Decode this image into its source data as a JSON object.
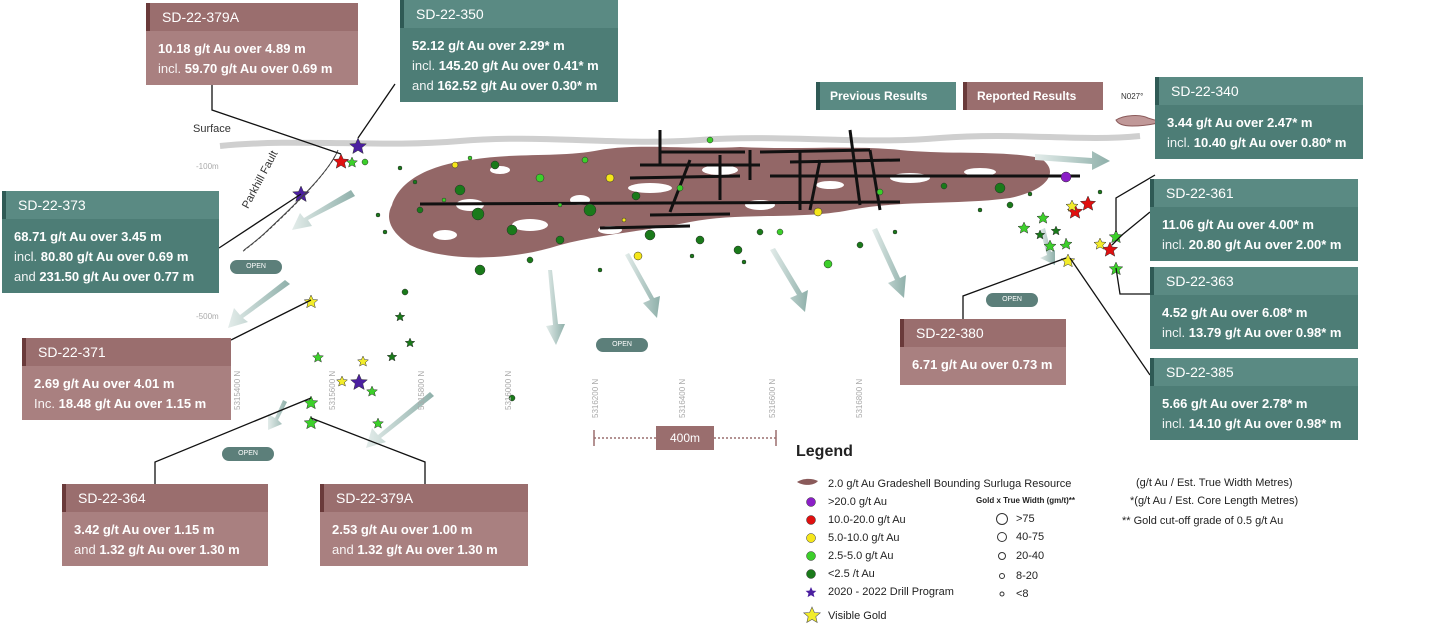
{
  "labels": {
    "surface": "Surface",
    "depth_100": "-100m",
    "depth_500": "-500m",
    "fault": "Parkhill Fault",
    "north": "N027°",
    "open": "OPEN",
    "scale": "400m"
  },
  "buttons": {
    "previous": "Previous Results",
    "reported": "Reported Results"
  },
  "northings": [
    "5315400 N",
    "5315600 N",
    "5315800 N",
    "5316000 N",
    "5316200 N",
    "5316400 N",
    "5316600 N",
    "5316800 N"
  ],
  "callouts": {
    "c379a_top": {
      "title": "SD-22-379A",
      "lines": [
        {
          "pre": "",
          "text": "10.18 g/t Au over 4.89 m"
        },
        {
          "pre": "incl.",
          "text": "59.70 g/t Au over 0.69 m"
        }
      ]
    },
    "c350": {
      "title": "SD-22-350",
      "lines": [
        {
          "pre": "",
          "text": "52.12 g/t Au over 2.29* m"
        },
        {
          "pre": "incl.",
          "text": "145.20 g/t Au over 0.41* m"
        },
        {
          "pre": "and",
          "text": "162.52 g/t Au over 0.30* m"
        }
      ]
    },
    "c340": {
      "title": "SD-22-340",
      "lines": [
        {
          "pre": "",
          "text": "3.44 g/t Au over 2.47* m"
        },
        {
          "pre": "incl.",
          "text": "10.40 g/t Au over 0.80* m"
        }
      ]
    },
    "c361": {
      "title": "SD-22-361",
      "lines": [
        {
          "pre": "",
          "text": "11.06 g/t Au over 4.00* m"
        },
        {
          "pre": "incl.",
          "text": "20.80 g/t Au over 2.00* m"
        }
      ]
    },
    "c363": {
      "title": "SD-22-363",
      "lines": [
        {
          "pre": "",
          "text": "4.52 g/t Au over 6.08* m"
        },
        {
          "pre": "incl.",
          "text": "13.79 g/t Au over 0.98* m"
        }
      ]
    },
    "c385": {
      "title": "SD-22-385",
      "lines": [
        {
          "pre": "",
          "text": "5.66 g/t Au over 2.78* m"
        },
        {
          "pre": "incl.",
          "text": "14.10 g/t Au over 0.98* m"
        }
      ]
    },
    "c373": {
      "title": "SD-22-373",
      "lines": [
        {
          "pre": "",
          "text": "68.71 g/t Au over 3.45 m"
        },
        {
          "pre": "incl.",
          "text": "80.80 g/t Au over 0.69 m"
        },
        {
          "pre": "and",
          "text": "231.50 g/t Au over 0.77 m"
        }
      ]
    },
    "c371": {
      "title": "SD-22-371",
      "lines": [
        {
          "pre": "",
          "text": "2.69 g/t Au over 4.01 m"
        },
        {
          "pre": "Inc.",
          "text": "18.48 g/t Au over 1.15 m"
        }
      ]
    },
    "c380": {
      "title": "SD-22-380",
      "lines": [
        {
          "pre": "",
          "text": "6.71 g/t Au over 0.73 m"
        }
      ]
    },
    "c364": {
      "title": "SD-22-364",
      "lines": [
        {
          "pre": "",
          "text": "3.42 g/t Au over 1.15 m"
        },
        {
          "pre": "and",
          "text": "1.32 g/t Au over 1.30 m"
        }
      ]
    },
    "c379a_bot": {
      "title": "SD-22-379A",
      "lines": [
        {
          "pre": "",
          "text": "2.53 g/t Au over 1.00 m"
        },
        {
          "pre": "and",
          "text": "1.32 g/t Au over 1.30 m"
        }
      ]
    }
  },
  "legend": {
    "title": "Legend",
    "gradeshell": "2.0 g/t Au Gradeshell Bounding Surluga Resource",
    "grades": [
      {
        "label": ">20.0 g/t Au",
        "color": "#8b1fc7"
      },
      {
        "label": "10.0-20.0 g/t Au",
        "color": "#e01010"
      },
      {
        "label": "5.0-10.0 g/t Au",
        "color": "#f5e61a"
      },
      {
        "label": "2.5-5.0  g/t Au",
        "color": "#3ccf2a"
      },
      {
        "label": "<2.5  /t Au",
        "color": "#1a7a1a"
      }
    ],
    "program": "2020 - 2022  Drill Program",
    "visible_gold": "Visible Gold",
    "size_header": "Gold x True Width (gm/t)**",
    "sizes": [
      ">75",
      "40-75",
      "20-40",
      "8-20",
      "<8"
    ],
    "notes": [
      "(g/t Au / Est. True Width Metres)",
      "*(g/t Au / Est. Core Length Metres)",
      "** Gold cut-off grade of 0.5 g/t Au"
    ]
  },
  "colors": {
    "gradeshell": "#8a5a5a",
    "callout_teal": "#4d7d76",
    "callout_mauve": "#a98080",
    "arrow": "#9fbab5",
    "program_star": "#4b1fa0",
    "visible_gold": "#f2ec2a"
  }
}
